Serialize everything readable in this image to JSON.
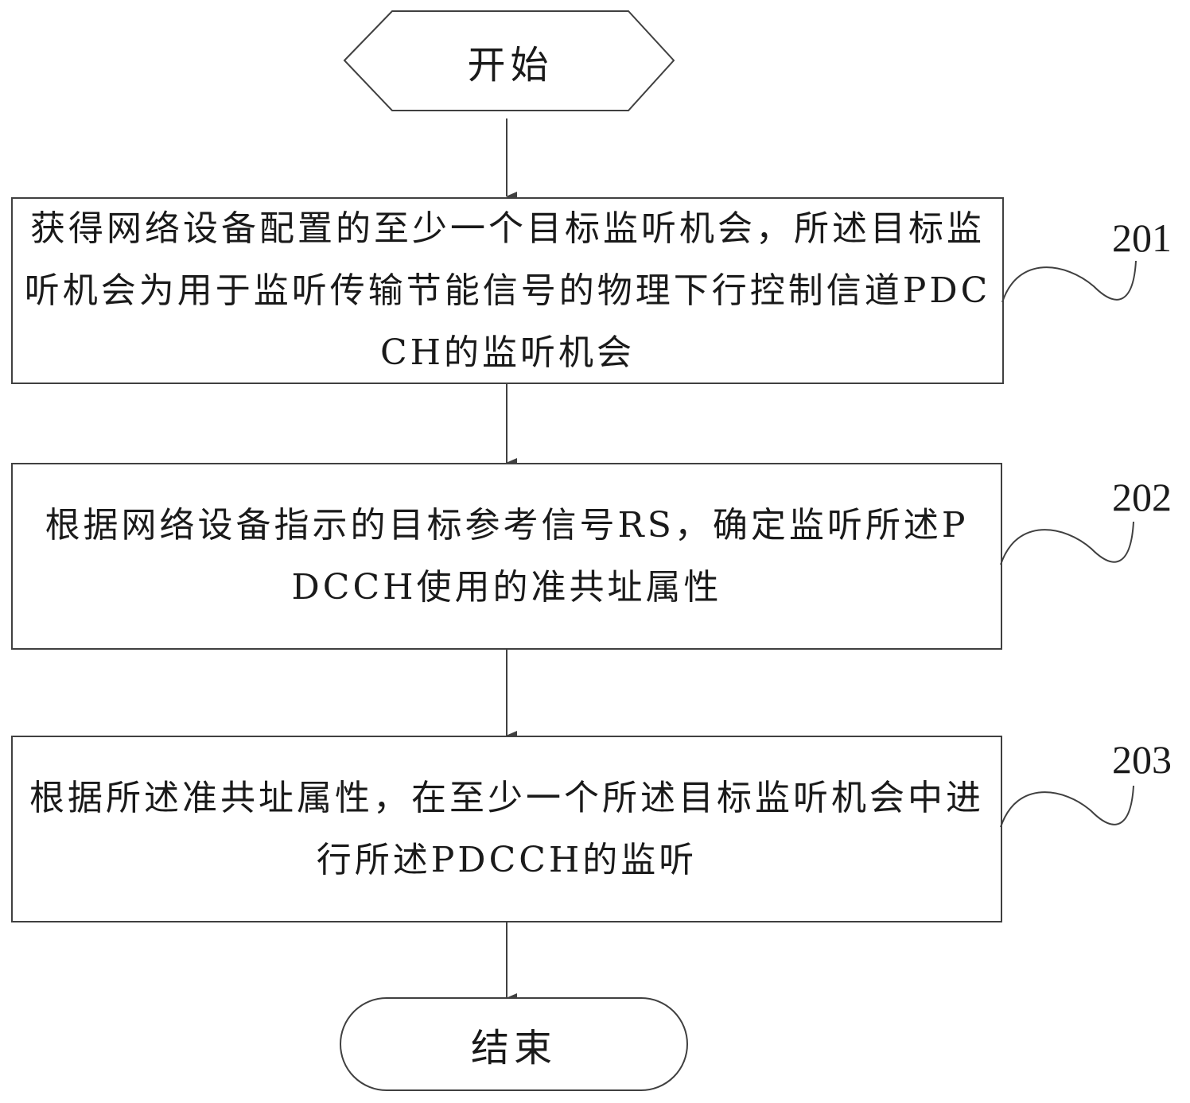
{
  "start": {
    "label": "开始"
  },
  "end": {
    "label": "结束"
  },
  "steps": [
    {
      "id": "201",
      "text": "获得网络设备配置的至少一个目标监听机会，所述目标监听机会为用于监听传输节能信号的物理下行控制信道PDCCH的监听机会"
    },
    {
      "id": "202",
      "text": "根据网络设备指示的目标参考信号RS，确定监听所述PDCCH使用的准共址属性"
    },
    {
      "id": "203",
      "text": "根据所述准共址属性，在至少一个所述目标监听机会中进行所述PDCCH的监听"
    }
  ]
}
